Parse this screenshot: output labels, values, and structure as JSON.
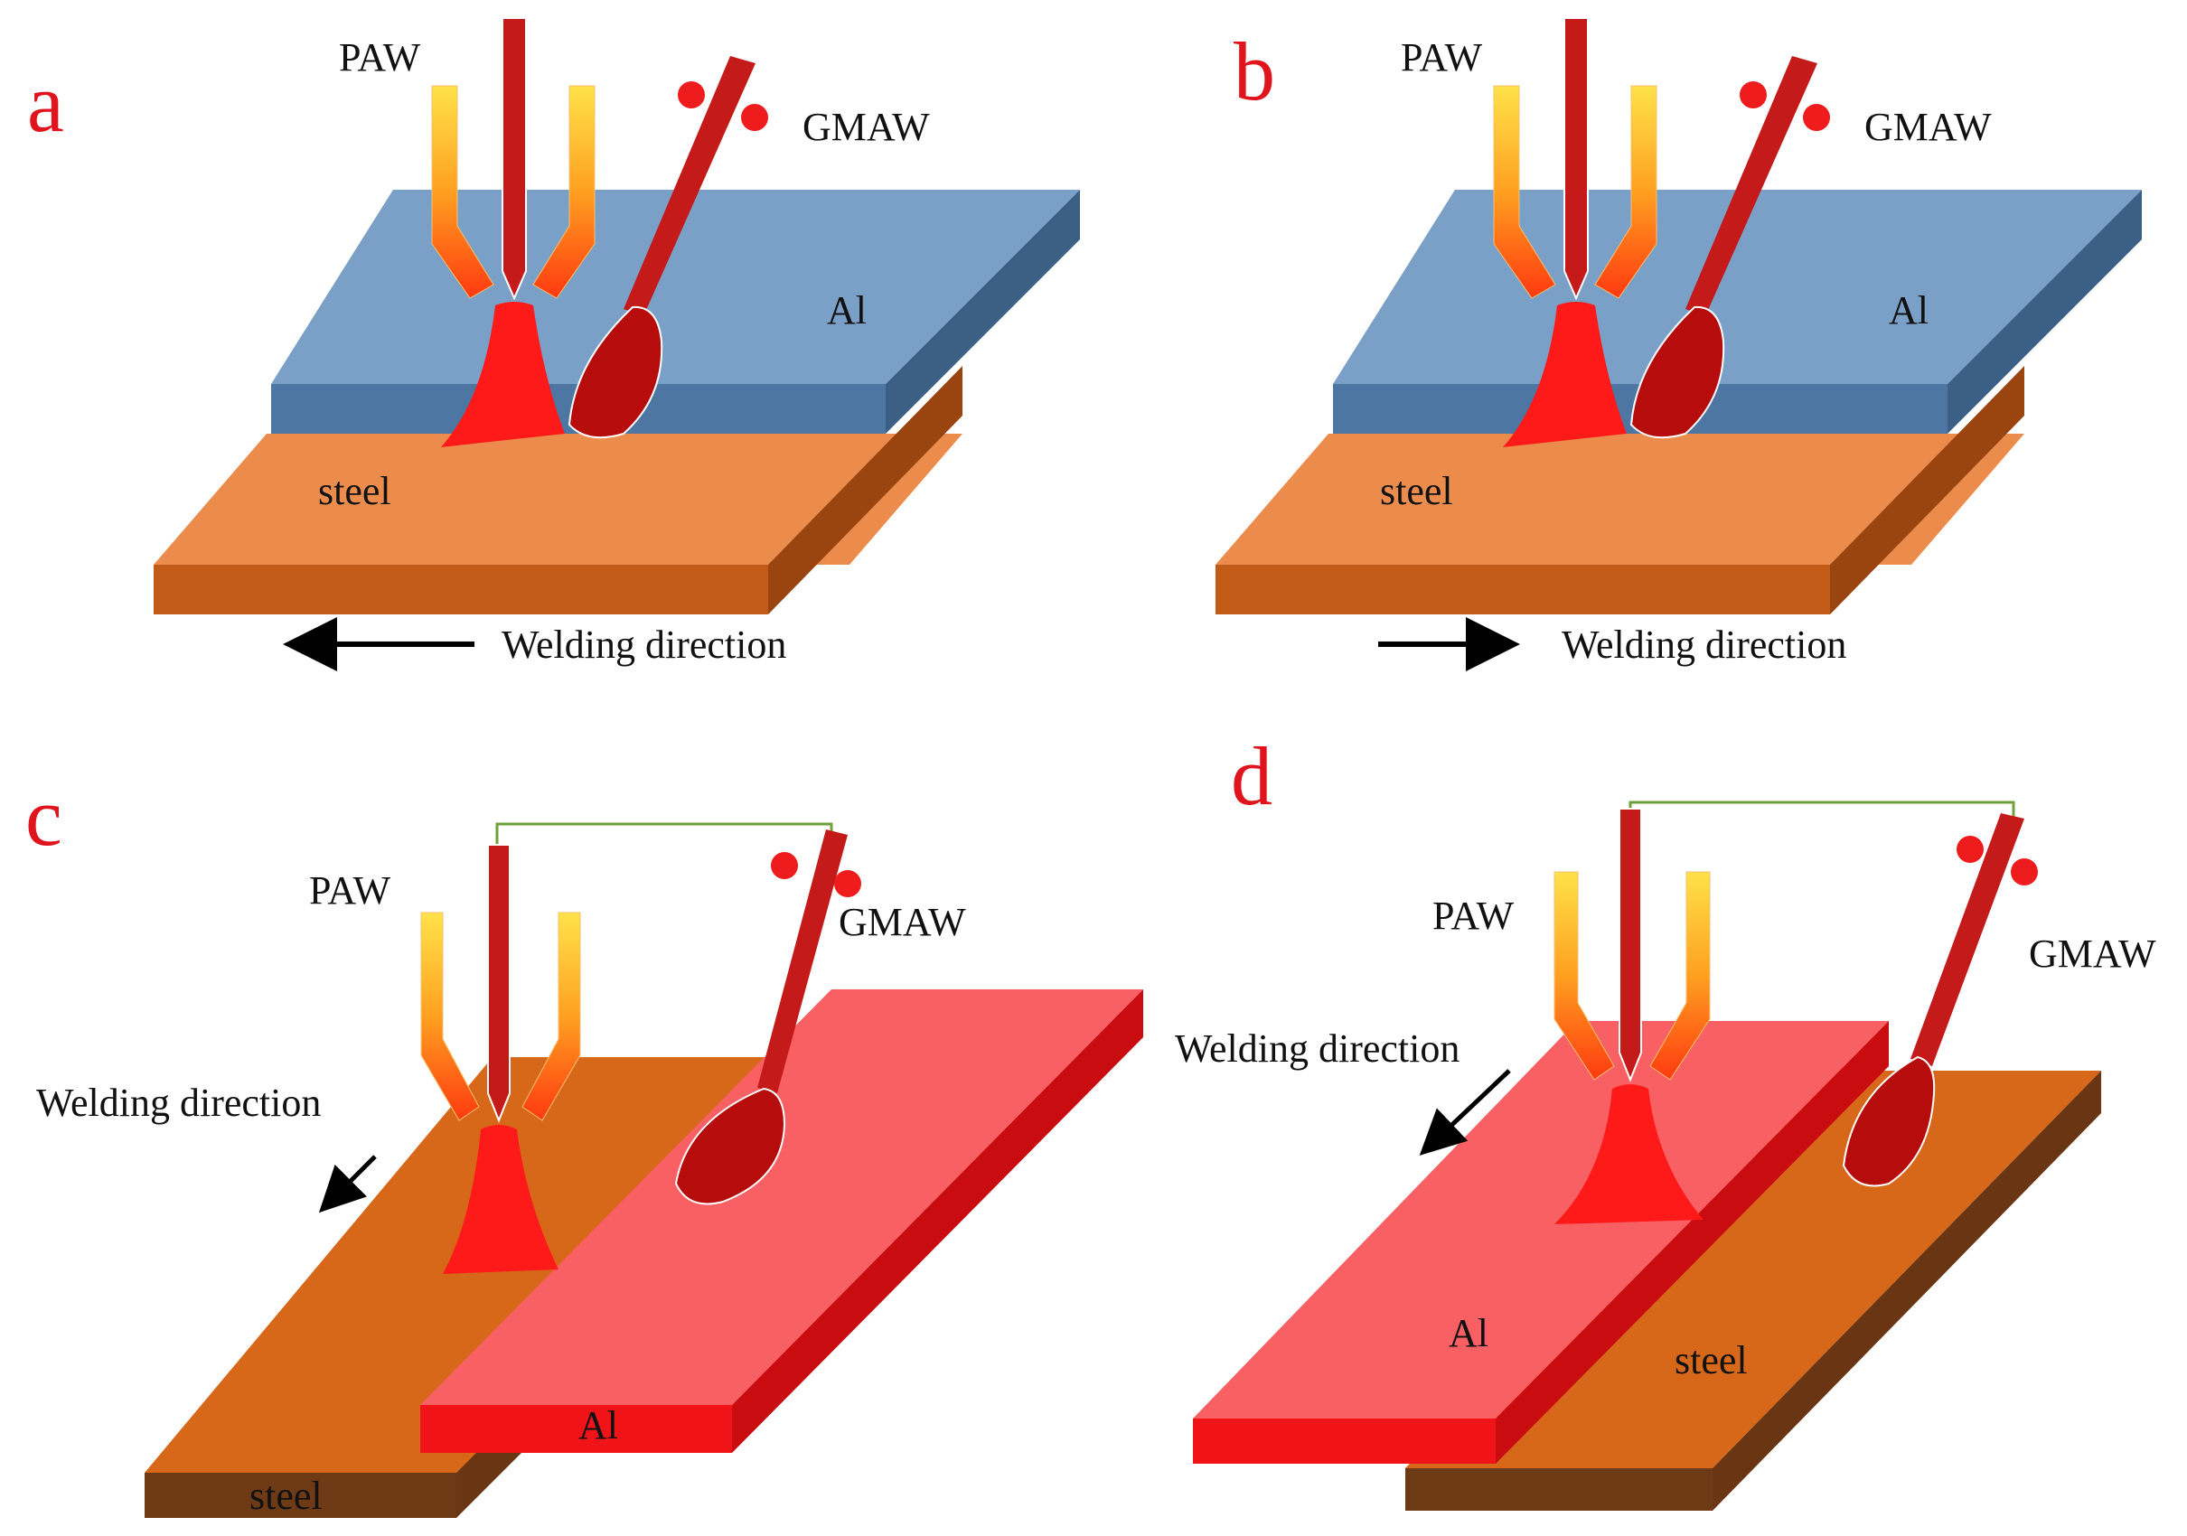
{
  "panels": [
    {
      "letter": "a",
      "paw": "PAW",
      "gmaw": "GMAW",
      "al": "Al",
      "steel": "steel",
      "direction": "Welding direction"
    },
    {
      "letter": "b",
      "paw": "PAW",
      "gmaw": "GMAW",
      "al": "Al",
      "steel": "steel",
      "direction": "Welding direction"
    },
    {
      "letter": "c",
      "paw": "PAW",
      "gmaw": "GMAW",
      "al": "Al",
      "steel": "steel",
      "direction": "Welding direction"
    },
    {
      "letter": "d",
      "paw": "PAW",
      "gmaw": "GMAW",
      "al": "Al",
      "steel": "steel",
      "direction": "Welding direction"
    }
  ],
  "colors": {
    "letter": "#e0141c",
    "al_top_blue": "#7aa0c8",
    "al_front_blue": "#4d76a3",
    "al_side_blue": "#3b5f85",
    "steel_top_ab": "#ec8c4c",
    "steel_front_ab": "#c25a18",
    "steel_side_ab": "#9a4510",
    "steel_top_cd": "#d7681a",
    "steel_front_cd": "#6e3a16",
    "steel_side_cd": "#6a3512",
    "al_top_red": "#f96064",
    "al_front_red": "#f01418",
    "al_side_red": "#c80c10",
    "torch": "#c41a1a",
    "arc": "#ff1a1a",
    "droplet": "#b70c0c",
    "wire": "#6fa03c"
  }
}
